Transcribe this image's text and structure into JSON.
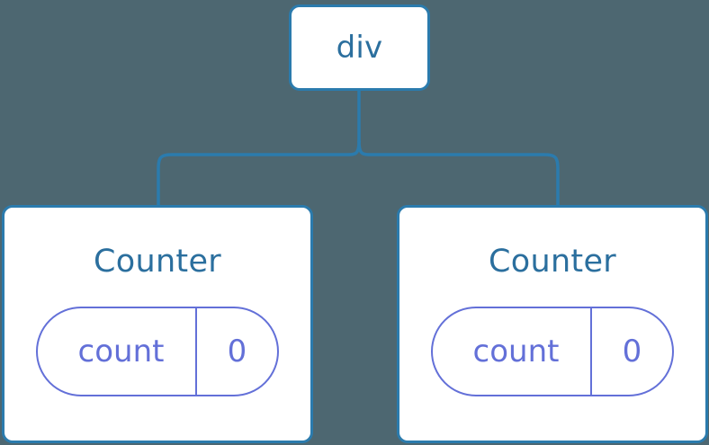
{
  "diagram": {
    "background_color": "#4d6771",
    "node_border_color": "#2b7bad",
    "node_label_color": "#2b6f9e",
    "state_color": "#6370d8",
    "connector_color": "#2b7bad",
    "root": {
      "label": "div"
    },
    "children": [
      {
        "label": "Counter",
        "state": {
          "key": "count",
          "value": "0"
        }
      },
      {
        "label": "Counter",
        "state": {
          "key": "count",
          "value": "0"
        }
      }
    ]
  }
}
